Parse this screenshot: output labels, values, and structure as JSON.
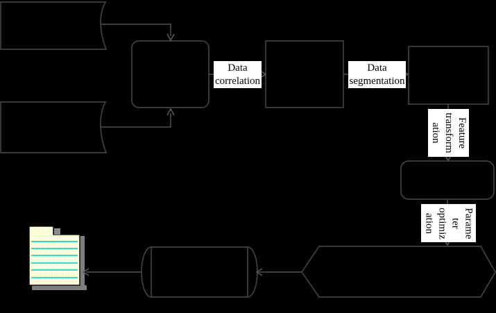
{
  "diagram": {
    "connector_labels": {
      "data_correlation": "Data\ncorrelation",
      "data_segmentation": "Data\nsegmentation",
      "feature_transformation": "Feature\ntransform\nation",
      "parameter_optimization": "Parame\nter\noptimiz\nation"
    },
    "nodes": [
      {
        "name": "input-card-top",
        "type": "card-wavy-edge"
      },
      {
        "name": "input-card-bottom",
        "type": "card-wavy-edge"
      },
      {
        "name": "rounded-process-1",
        "type": "rounded-rectangle"
      },
      {
        "name": "process-box-1",
        "type": "rectangle"
      },
      {
        "name": "process-box-2",
        "type": "rectangle"
      },
      {
        "name": "rounded-process-2",
        "type": "rounded-rectangle"
      },
      {
        "name": "hexagon-node",
        "type": "hexagon"
      },
      {
        "name": "cylinder-node",
        "type": "horizontal-cylinder"
      },
      {
        "name": "notepad-icon",
        "type": "notepad-clipart"
      }
    ],
    "colors": {
      "background": "#000000",
      "node_fill": "#000000",
      "stroke": "#414141",
      "arrowhead": "#5a5a5a",
      "label_bg": "#ffffff",
      "label_text": "#000000",
      "notepad_page_base": "#ffffff",
      "notepad_page_check": "#ffffb4",
      "notepad_rule_lines": "#00dde0",
      "notepad_shadow": "#7f7f7f",
      "notepad_tab": "#8b8b8b",
      "notepad_outline": "#111111"
    }
  }
}
